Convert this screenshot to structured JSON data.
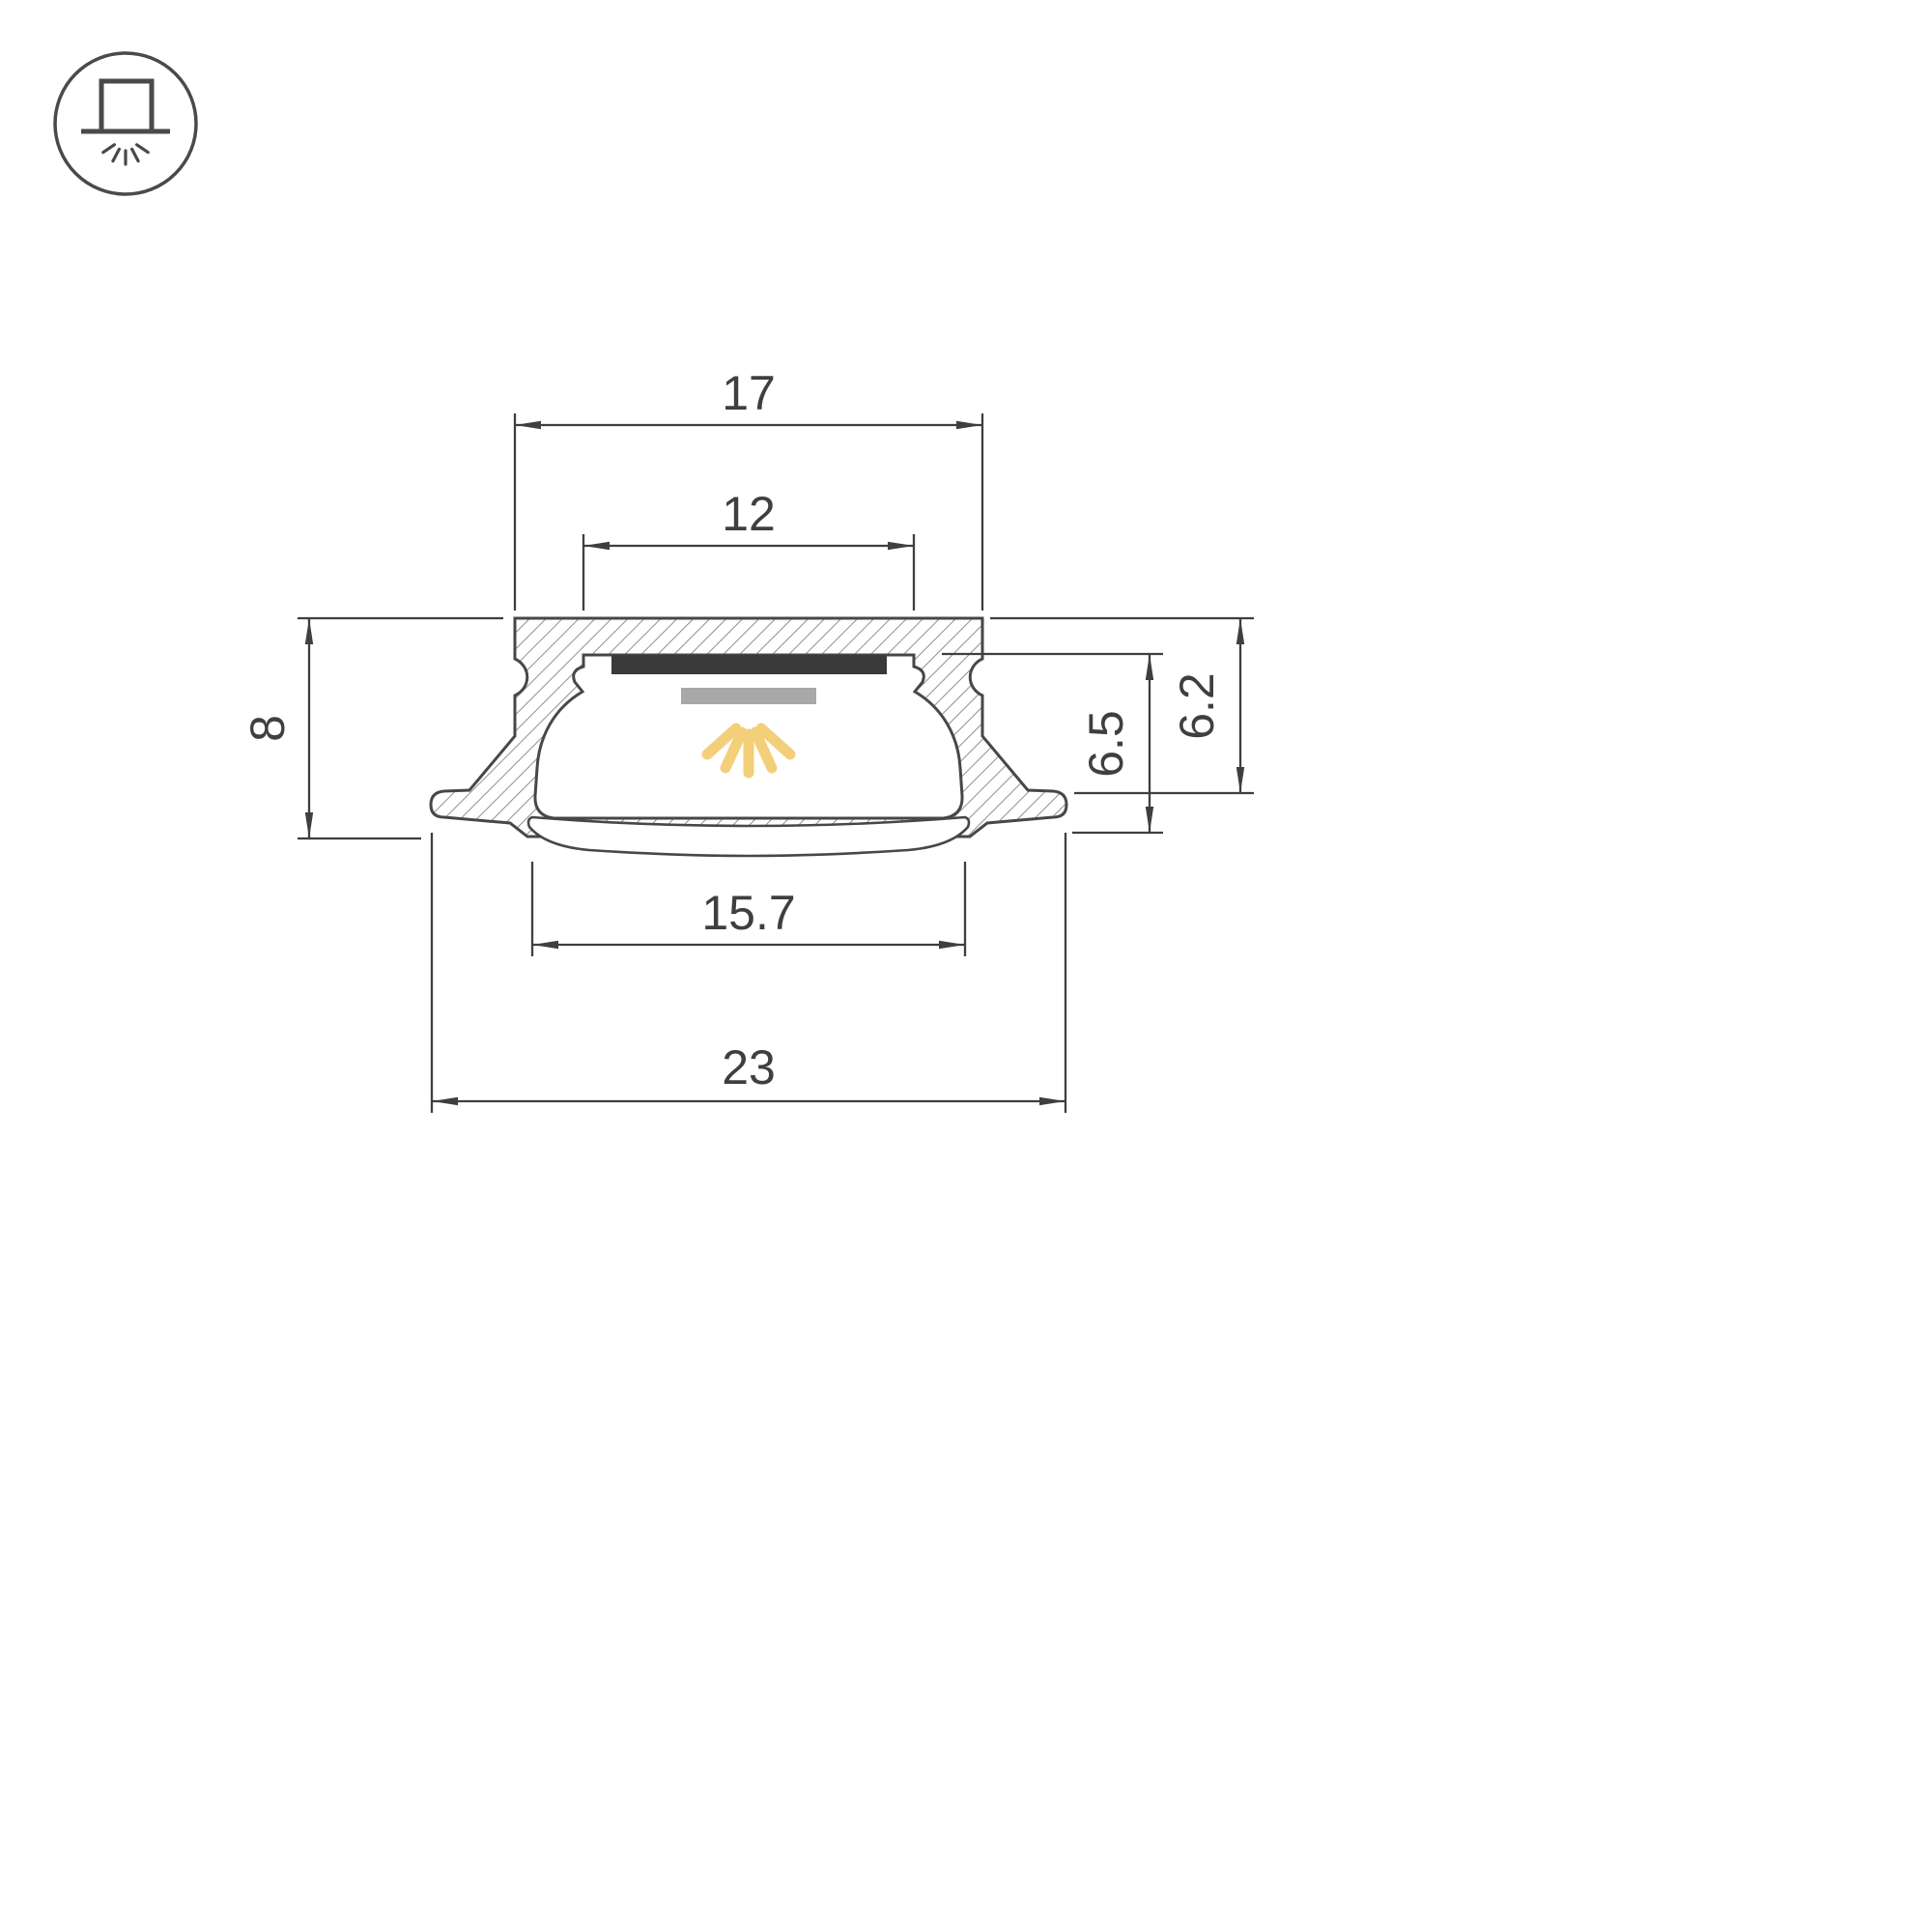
{
  "drawing": {
    "title": "recessed-led-profile-cross-section",
    "dims": {
      "top_width": "17",
      "opening_width": "12",
      "height": "8",
      "inner_height": "6.5",
      "recess_depth": "6.2",
      "lens_width": "15.7",
      "overall_width": "23"
    }
  },
  "icon": {
    "type": "recessed-mount"
  },
  "colors": {
    "line": "#3f3f3f",
    "outline": "#474747",
    "hatch": "#8f8f8f",
    "pcb": "#3a3a3a",
    "led": "#a8a8a8",
    "glow": "#f3cf7a"
  }
}
